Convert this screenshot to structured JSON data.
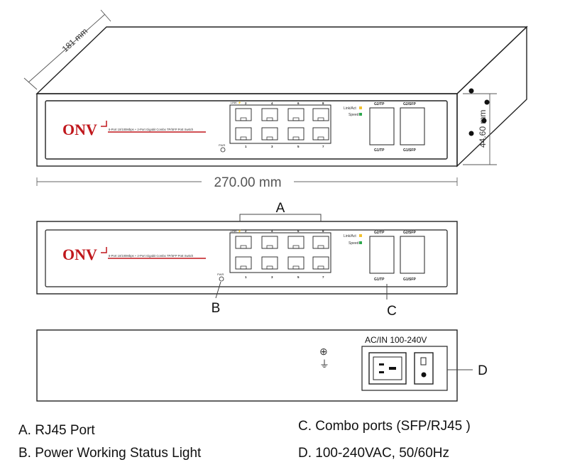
{
  "dimensions": {
    "depth": "181 mm",
    "width": "270.00 mm",
    "height": "44.60 mm"
  },
  "brand": {
    "logo": "ONV",
    "tagline": "8-Port 10/100Mbps + 2-Port Gigabit Combo TP/SFP PoE Switch"
  },
  "front_panel": {
    "port_header": "LINK ⚡",
    "top_port_numbers": [
      "2",
      "4",
      "6",
      "8"
    ],
    "bottom_port_numbers": [
      "1",
      "3",
      "5",
      "7"
    ],
    "indicator_labels": [
      "Link/Act",
      "Speed"
    ],
    "combo_labels": {
      "g2_tp": "G2/TP",
      "g2_sfp": "G2/SFP",
      "g1_tp": "G1/TP",
      "g1_sfp": "G1/SFP"
    },
    "power_label": "PWR",
    "indicator_colors": {
      "link_act": "#f2c230",
      "speed": "#2fa84f"
    }
  },
  "callouts": {
    "a": "A",
    "b": "B",
    "c": "C",
    "d": "D"
  },
  "rear_panel": {
    "power_label": "AC/IN 100-240V",
    "ground_symbol": "⊕",
    "ground_symbol_2": "⏚"
  },
  "legend": {
    "a": "A. RJ45 Port",
    "b": "B. Power  Working Status Light",
    "c": "C. Combo ports (SFP/RJ45 )",
    "d": "D. 100-240VAC, 50/60Hz"
  }
}
